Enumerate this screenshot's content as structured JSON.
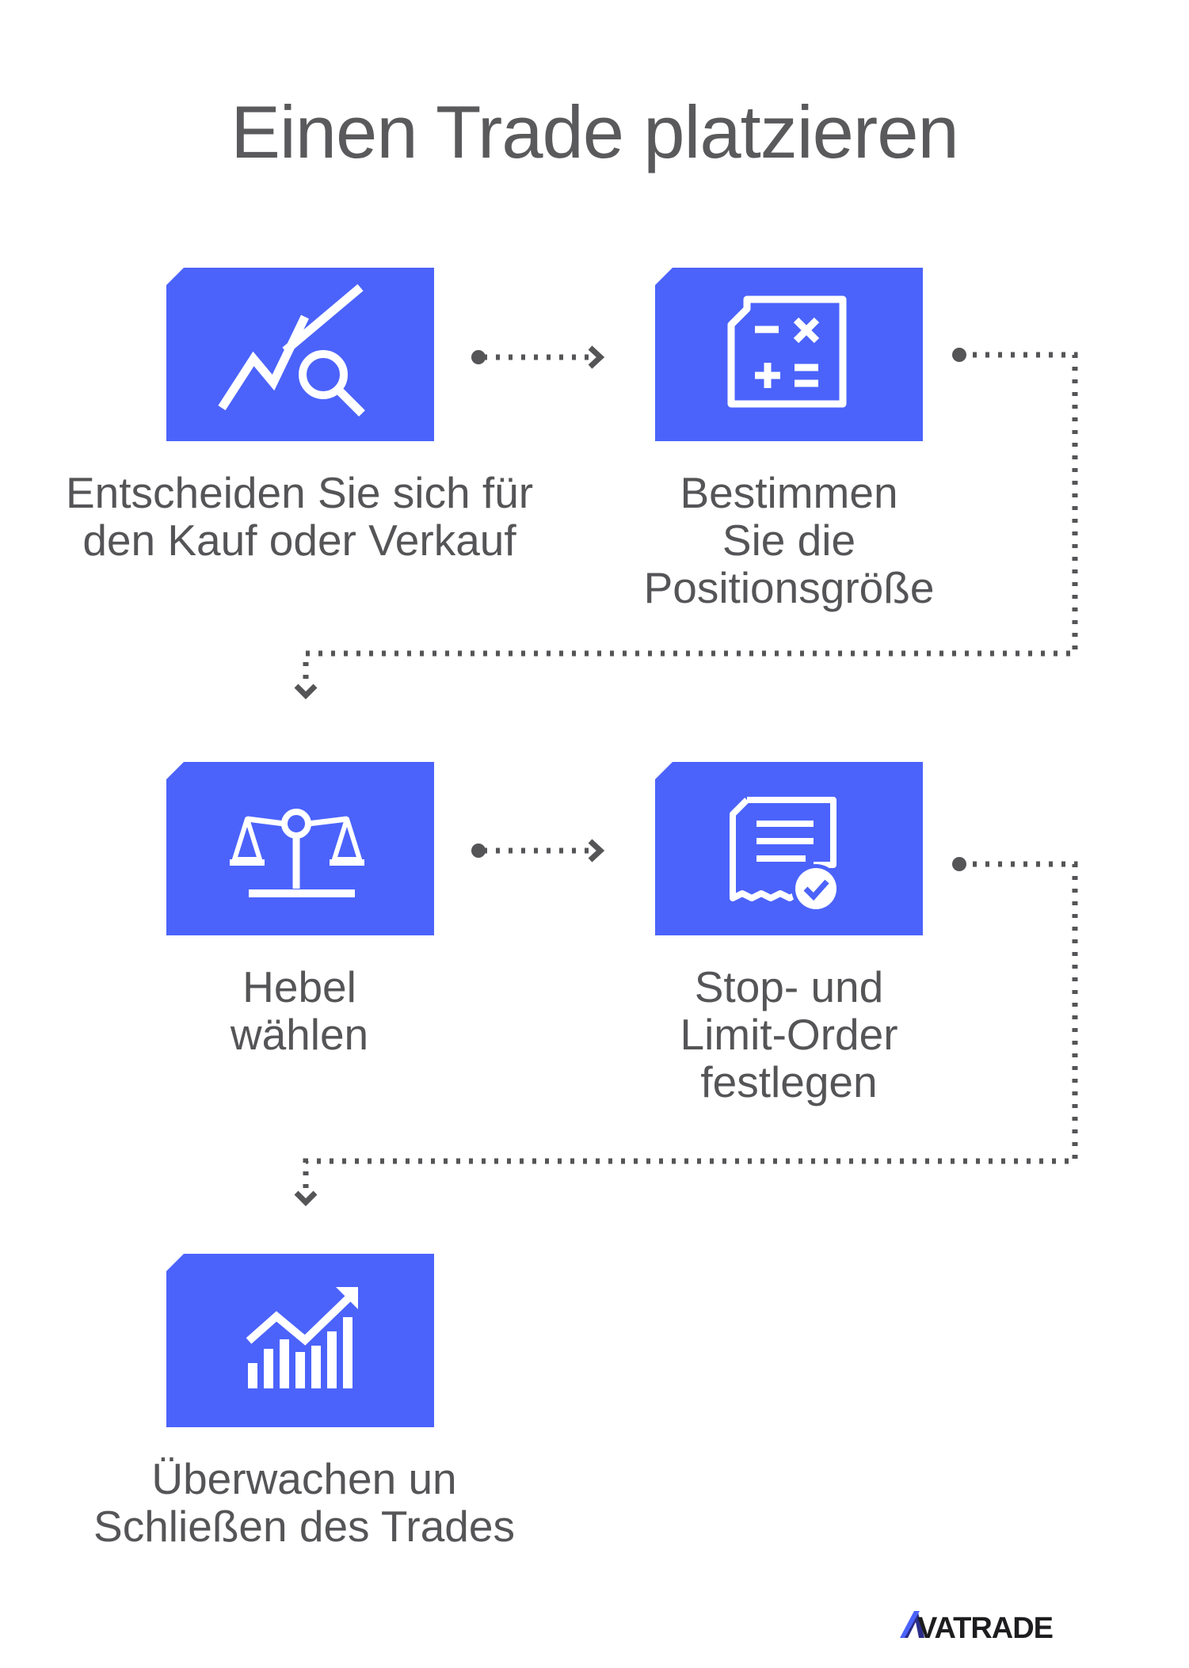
{
  "title": "Einen Trade platzieren",
  "steps": [
    {
      "icon": "chart-magnifier-icon",
      "label_lines": [
        "Entscheiden Sie sich für",
        "den Kauf oder Verkauf"
      ]
    },
    {
      "icon": "calculator-icon",
      "label_lines": [
        "Bestimmen",
        "Sie die",
        "Positionsgröße"
      ]
    },
    {
      "icon": "scales-icon",
      "label_lines": [
        "Hebel",
        "wählen"
      ]
    },
    {
      "icon": "document-check-icon",
      "label_lines": [
        "Stop- und",
        "Limit-Order",
        "festlegen"
      ]
    },
    {
      "icon": "growth-chart-icon",
      "label_lines": [
        "Überwachen un",
        "Schließen des Trades"
      ]
    }
  ],
  "brand": {
    "logo_text": "AVATRADE"
  },
  "colors": {
    "accent": "#4b63fb",
    "text": "#555558",
    "connector": "#555558"
  }
}
